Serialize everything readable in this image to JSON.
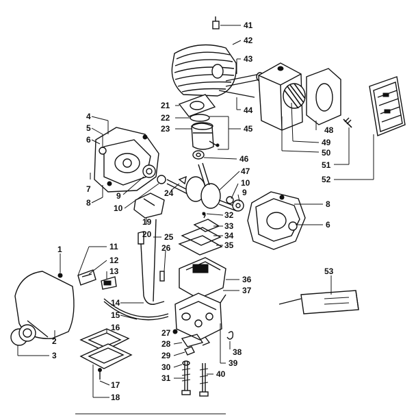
{
  "callouts": {
    "c1": "1",
    "c2": "2",
    "c3": "3",
    "c4": "4",
    "c5": "5",
    "c6a": "6",
    "c6b": "6",
    "c7": "7",
    "c8a": "8",
    "c8b": "8",
    "c9a": "9",
    "c9b": "9",
    "c10a": "10",
    "c10b": "10",
    "c11": "11",
    "c12": "12",
    "c13": "13",
    "c14": "14",
    "c15": "15",
    "c16": "16",
    "c17": "17",
    "c18": "18",
    "c19": "19",
    "c20": "20",
    "c21": "21",
    "c22": "22",
    "c23": "23",
    "c24": "24",
    "c25": "25",
    "c26": "26",
    "c27": "27",
    "c28": "28",
    "c29": "29",
    "c30": "30",
    "c31": "31",
    "c32": "32",
    "c33": "33",
    "c34": "34",
    "c35": "35",
    "c36": "36",
    "c37": "37",
    "c38": "38",
    "c39": "39",
    "c40": "40",
    "c41": "41",
    "c42": "42",
    "c43": "43",
    "c44": "44",
    "c45": "45",
    "c46": "46",
    "c47": "47",
    "c48": "48",
    "c49": "49",
    "c50": "50",
    "c51": "51",
    "c52": "52",
    "c53": "53"
  },
  "colors": {
    "ink": "#111111",
    "paper": "#ffffff"
  }
}
